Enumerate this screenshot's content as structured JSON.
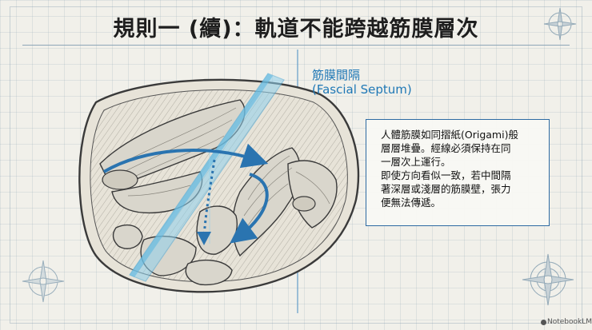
{
  "title": "規則一 (續)：軌道不能跨越筋膜層次",
  "septum_label": {
    "zh": "筋膜間隔",
    "en": "(Fascial Septum)"
  },
  "note_lines": [
    "人體筋膜如同摺紙(Origami)般",
    "層層堆疊。經線必須保持在同",
    "一層次上運行。",
    "即使方向看似一致，若中間隔",
    "著深層或淺層的筋膜壁，張力",
    "便無法傳遞。"
  ],
  "watermark": "NotebookLM",
  "colors": {
    "accent": "#1f78b6",
    "arrow": "#2a74b0",
    "septum": "#8fd0ec",
    "box_border": "#2d6aa2",
    "ink": "#3a3a3a",
    "muscle": "#d9d6cc"
  },
  "icons": [
    "compass-rose-icon",
    "blue-curved-arrow-icon",
    "dotted-arrow-icon",
    "notebooklm-logo-icon"
  ]
}
